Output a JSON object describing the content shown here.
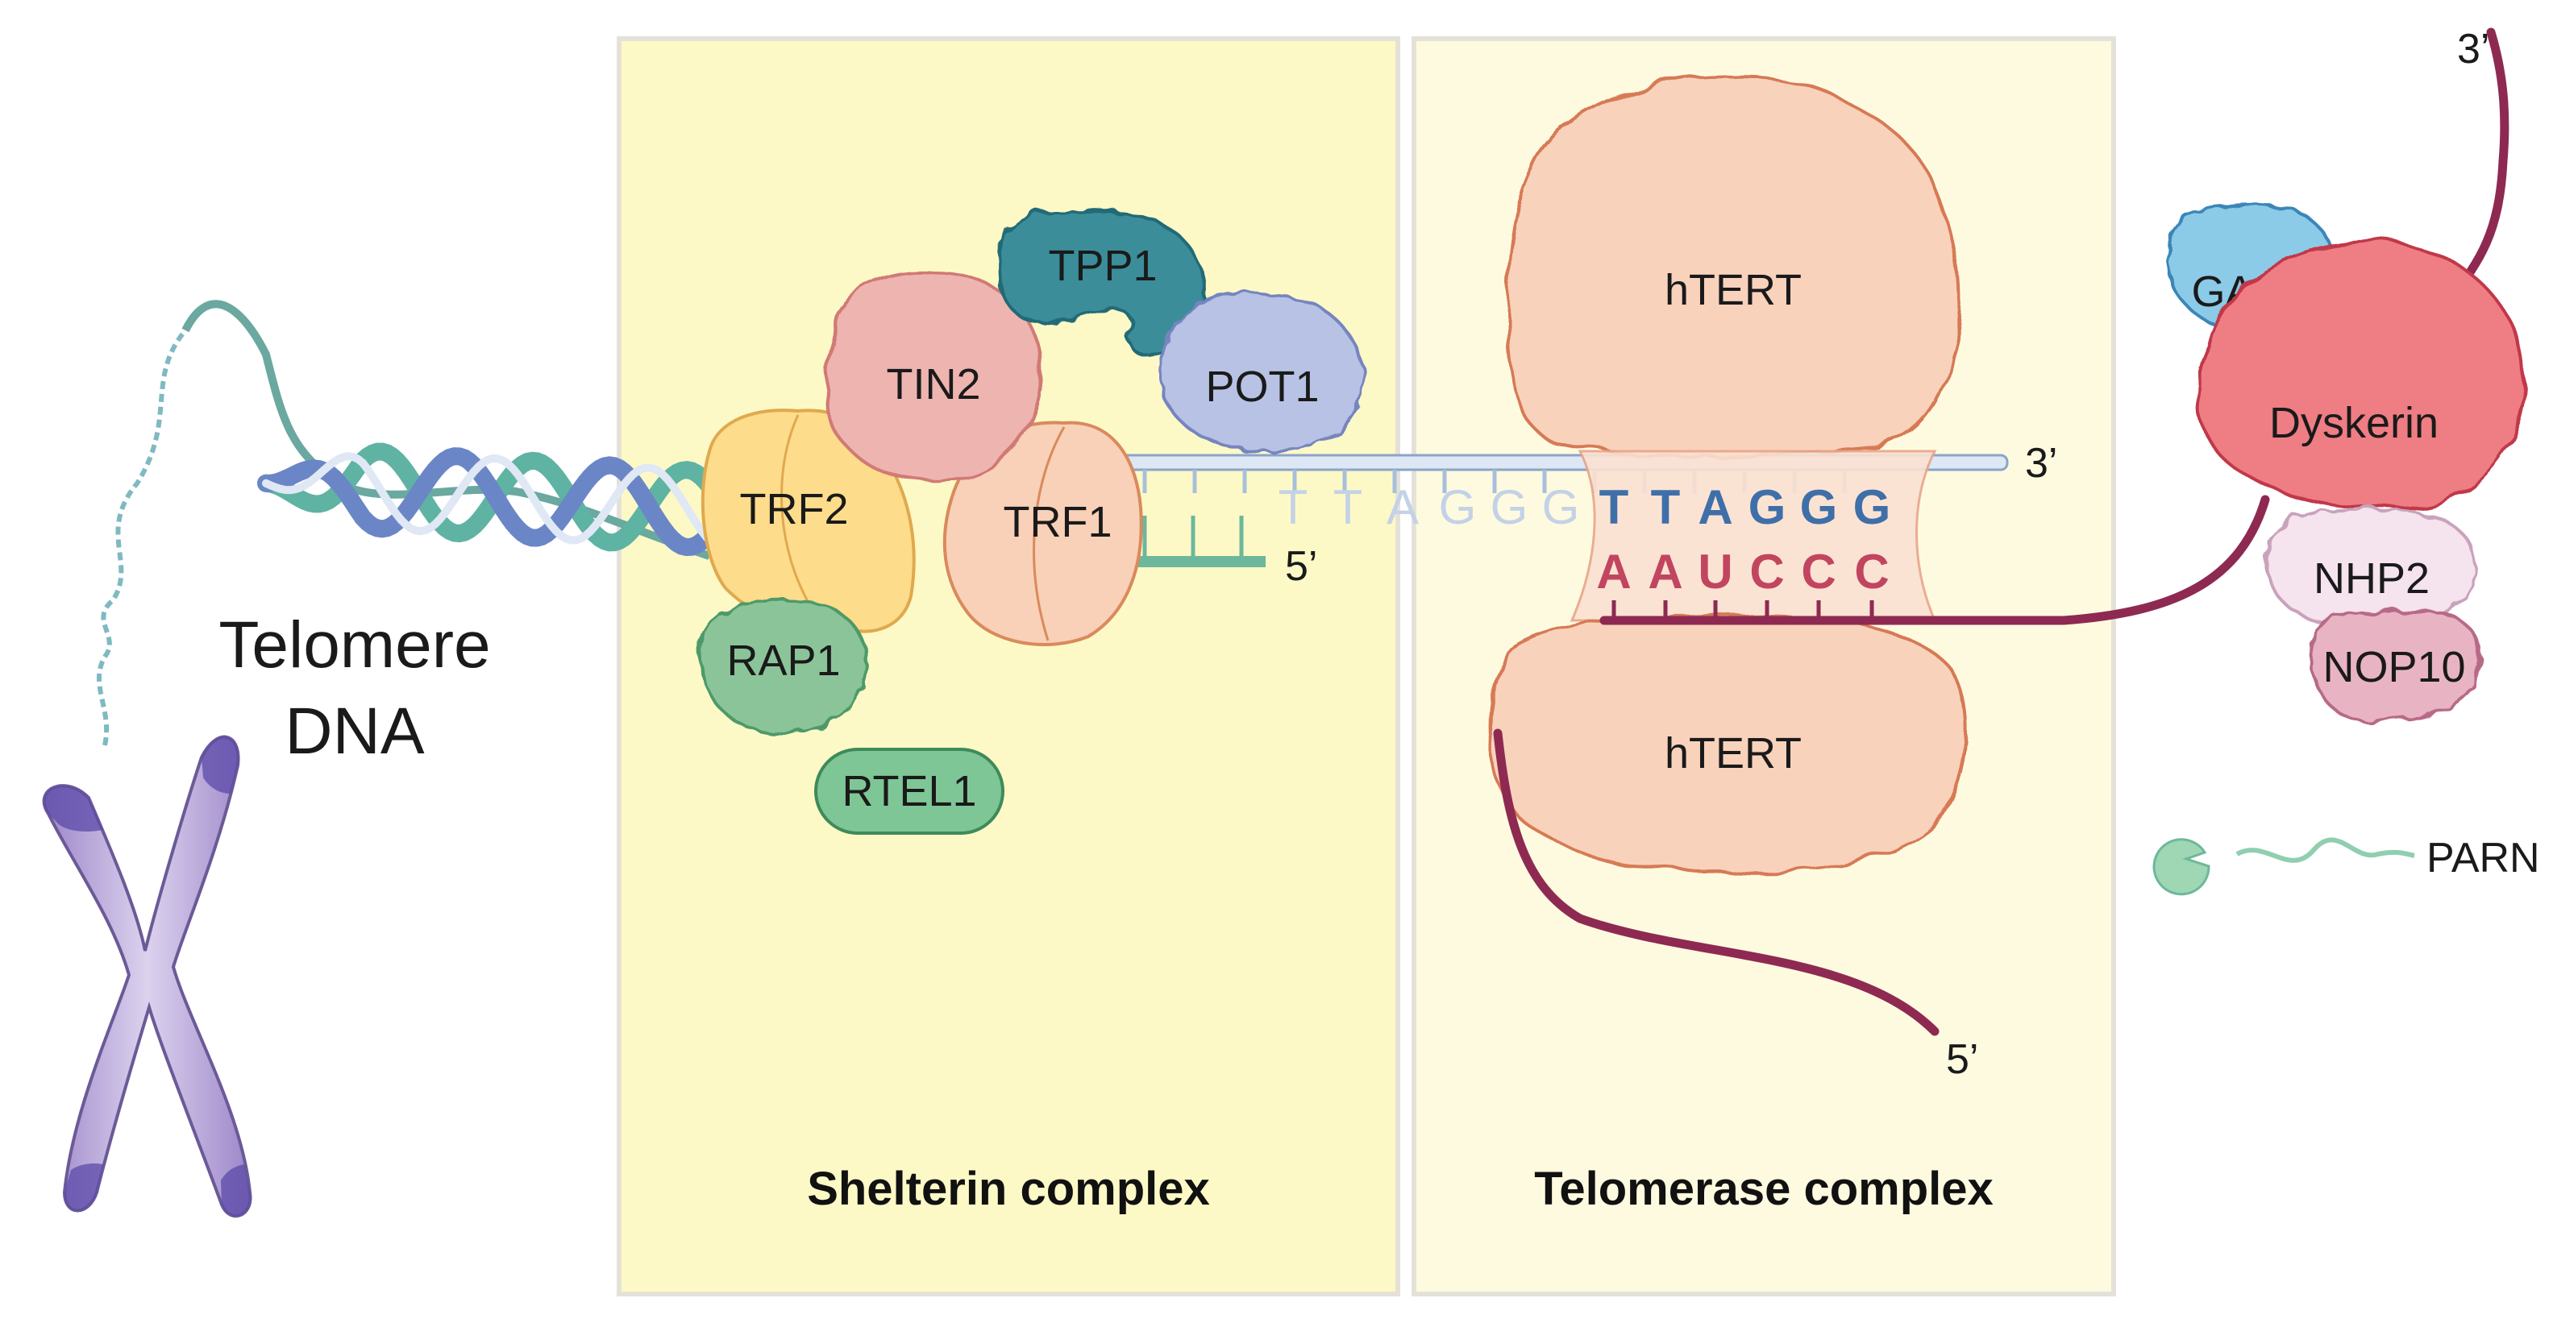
{
  "telomere_label": [
    "Telomere",
    "DNA"
  ],
  "panels": {
    "shelterin": "Shelterin complex",
    "telomerase": "Telomerase complex"
  },
  "shelterin_proteins": {
    "tpp1": "TPP1",
    "tin2": "TIN2",
    "pot1": "POT1",
    "trf2": "TRF2",
    "trf1": "TRF1",
    "rap1": "RAP1",
    "rtel1": "RTEL1"
  },
  "telomerase_proteins": {
    "htert_top": "hTERT",
    "htert_bottom": "hTERT",
    "gar1": "GAR1",
    "dyskerin": "Dyskerin",
    "nhp2": "NHP2",
    "nop10": "NOP10"
  },
  "parn_label": "PARN",
  "strand_ends": {
    "dna_3prime": "3’",
    "dna_5prime": "5’",
    "rna_3prime": "3’",
    "rna_5prime": "5’"
  },
  "sequences": {
    "faded_repeat": [
      "T",
      "T",
      "A",
      "G",
      "G",
      "G"
    ],
    "dna_repeat": [
      "T",
      "T",
      "A",
      "G",
      "G",
      "G"
    ],
    "rna_template": [
      "A",
      "A",
      "U",
      "C",
      "C",
      "C"
    ]
  },
  "colors": {
    "shelterin_bg": "#fdf9c6",
    "telomerase_bg": "#fefae0",
    "htert": "#f9d2bc",
    "trf2": "#fddc8c",
    "trf1": "#f9d0b8",
    "tin2": "#eeb4b0",
    "tpp1": "#3a8d9a",
    "pot1": "#b8c2e4",
    "rap1": "#8cc49a",
    "rtel1": "#7fc696",
    "gar1": "#8ccbe8",
    "dyskerin": "#ef7d84",
    "nhp2": "#f5e3ee",
    "nop10": "#e8b4c4",
    "rna": "#8e2a52",
    "dna_blue": "#3f6fa8",
    "rna_letters": "#c24560",
    "chromosome": "#b6a4d6"
  }
}
